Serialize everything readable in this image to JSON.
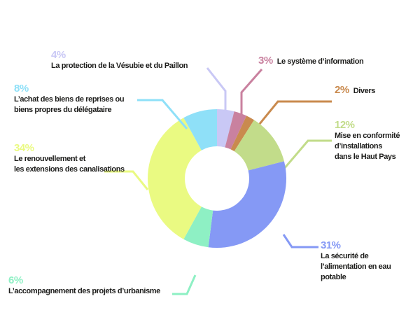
{
  "chart_data": {
    "type": "pie",
    "variant": "donut",
    "start": "top",
    "direction": "clockwise",
    "slices": [
      {
        "label": "La protection de la Vésubie et du Paillon",
        "value": 4,
        "pct_text": "4%",
        "color": "#c9c8f5"
      },
      {
        "label": "Le système d’information",
        "value": 3,
        "pct_text": "3%",
        "color": "#c9819f"
      },
      {
        "label": "Divers",
        "value": 2,
        "pct_text": "2%",
        "color": "#c98a4e"
      },
      {
        "label": "Mise en conformité\nd’installations\ndans le Haut Pays",
        "value": 12,
        "pct_text": "12%",
        "color": "#c2dc8a"
      },
      {
        "label": "La sécurité de\nl’alimentation en eau\npotable",
        "value": 31,
        "pct_text": "31%",
        "color": "#8599f5"
      },
      {
        "label": "L’accompagnement des projets d’urbanisme",
        "value": 6,
        "pct_text": "6%",
        "color": "#8ef0c4"
      },
      {
        "label": "Le renouvellement et\nles extensions des canalisations",
        "value": 34,
        "pct_text": "34%",
        "color": "#eafa82"
      },
      {
        "label": "L’achat des biens de reprises ou\nbiens propres du délégataire",
        "value": 8,
        "pct_text": "8%",
        "color": "#8fe0f8"
      }
    ]
  }
}
